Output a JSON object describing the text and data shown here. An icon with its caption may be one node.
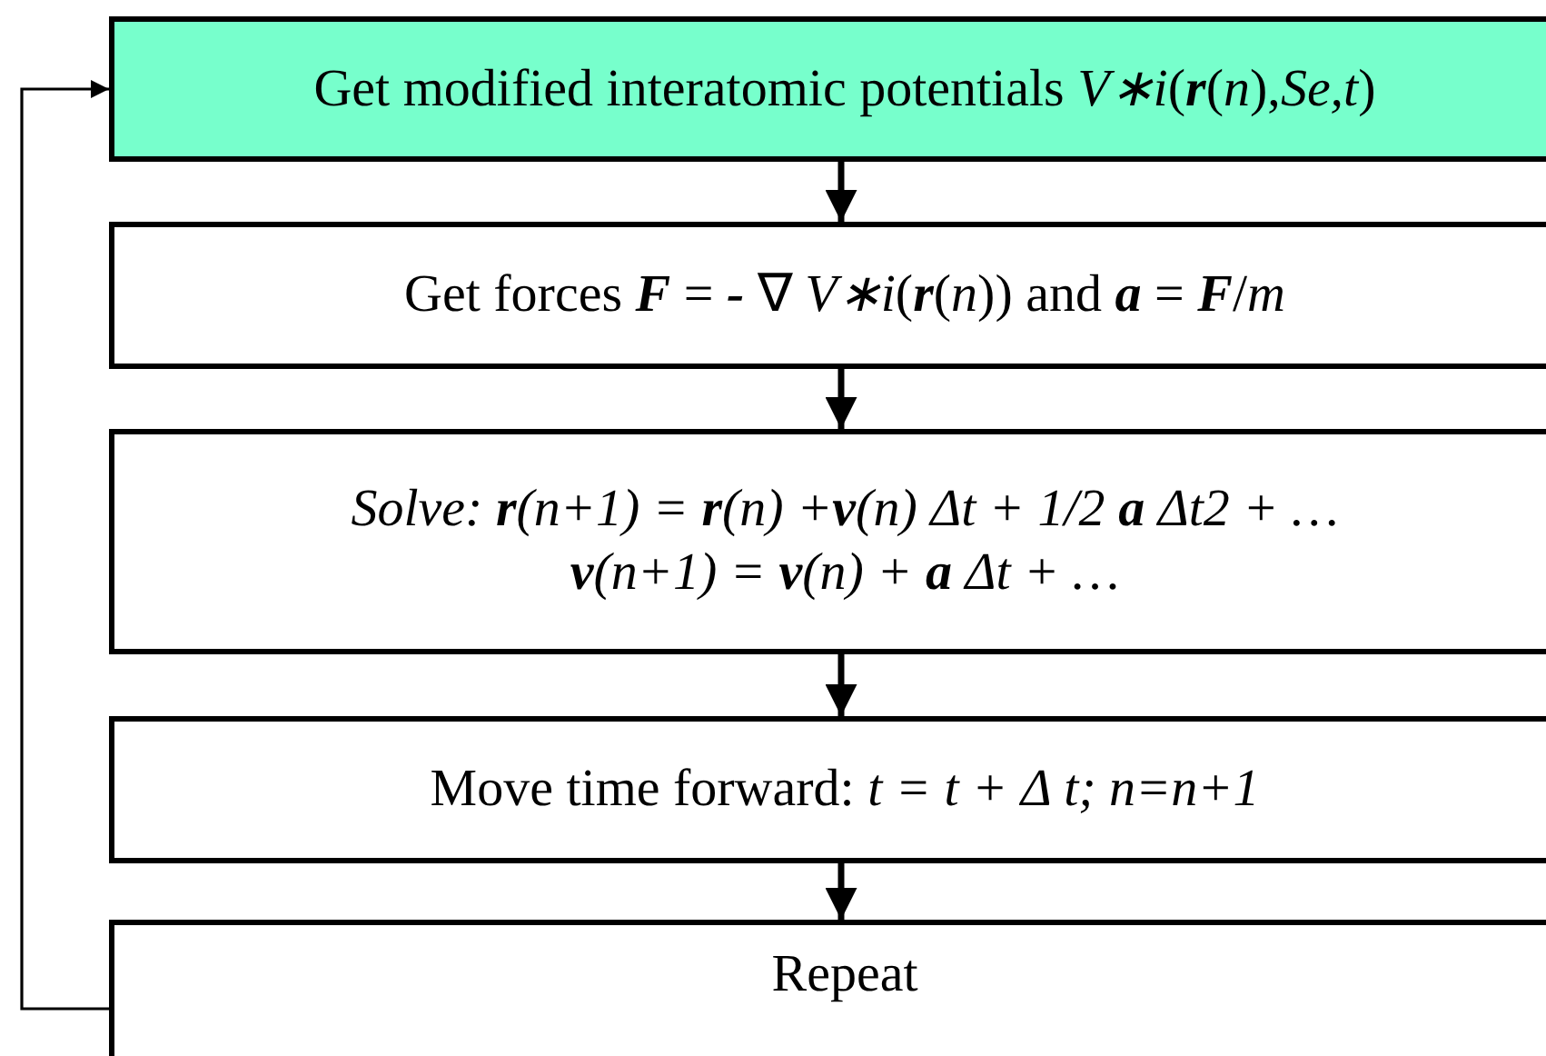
{
  "diagram": {
    "nodes": [
      {
        "text": [
          "Get modified interatomic potentials *V∗i*(**r**(*n*),*Se,t*)"
        ]
      },
      {
        "text": [
          "Get forces **F** = **-** ∇ *V∗i*(**r**(*n*)) and **a** = **F**/*m*"
        ]
      },
      {
        "text": [
          "Solve: **r**(n+1) = **r**(n) +**v**(n) Δt + 1/2 **a** Δt2 + … **v**(n+1) = **v**(n) + **a** Δt + …"
        ]
      },
      {
        "text": [
          "Move time forward: *t = t + Δ t; n=n+1*"
        ]
      },
      {
        "text": [
          "Repeat"
        ]
      }
    ],
    "edges": [
      {
        "from": 0,
        "to": 1,
        "arrow": "to"
      },
      {
        "from": 1,
        "to": 2,
        "arrow": "to"
      },
      {
        "from": 2,
        "to": 3,
        "arrow": "to"
      },
      {
        "from": 3,
        "to": 4,
        "arrow": "to"
      },
      {
        "from": 4,
        "to": 0,
        "arrow": "to"
      }
    ]
  }
}
